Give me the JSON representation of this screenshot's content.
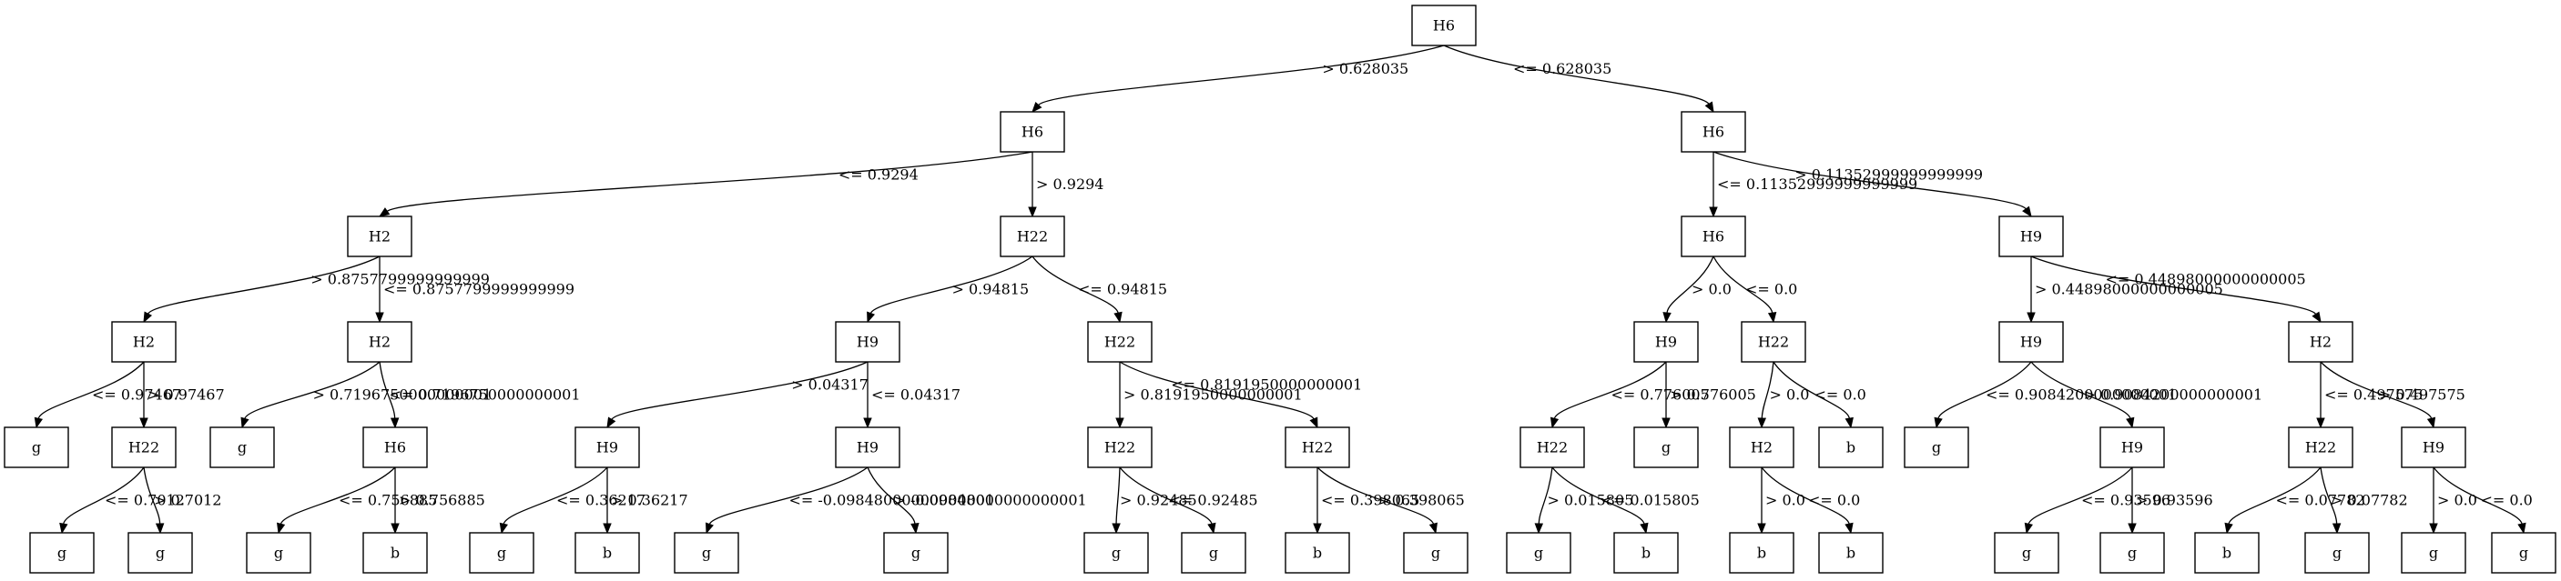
{
  "diagram": {
    "type": "decision-tree",
    "nodes": [
      {
        "id": "n0",
        "label": "H6"
      },
      {
        "id": "n1",
        "label": "H6"
      },
      {
        "id": "n2",
        "label": "H6"
      },
      {
        "id": "n3",
        "label": "H2"
      },
      {
        "id": "n4",
        "label": "H22"
      },
      {
        "id": "n5",
        "label": "H6"
      },
      {
        "id": "n6",
        "label": "H9"
      },
      {
        "id": "n7",
        "label": "H2"
      },
      {
        "id": "n8",
        "label": "H2"
      },
      {
        "id": "n9",
        "label": "H9"
      },
      {
        "id": "n10",
        "label": "H22"
      },
      {
        "id": "n11",
        "label": "H9"
      },
      {
        "id": "n12",
        "label": "H22"
      },
      {
        "id": "n13",
        "label": "H9"
      },
      {
        "id": "n14",
        "label": "H2"
      },
      {
        "id": "n15",
        "label": "g"
      },
      {
        "id": "n16",
        "label": "H22"
      },
      {
        "id": "n17",
        "label": "g"
      },
      {
        "id": "n18",
        "label": "H6"
      },
      {
        "id": "n19",
        "label": "H9"
      },
      {
        "id": "n20",
        "label": "H9"
      },
      {
        "id": "n21",
        "label": "H22"
      },
      {
        "id": "n22",
        "label": "H22"
      },
      {
        "id": "n23",
        "label": "H22"
      },
      {
        "id": "n24",
        "label": "g"
      },
      {
        "id": "n25",
        "label": "H2"
      },
      {
        "id": "n26",
        "label": "b"
      },
      {
        "id": "n27",
        "label": "g"
      },
      {
        "id": "n28",
        "label": "H9"
      },
      {
        "id": "n29",
        "label": "H22"
      },
      {
        "id": "n30",
        "label": "H9"
      },
      {
        "id": "n31",
        "label": "g"
      },
      {
        "id": "n32",
        "label": "g"
      },
      {
        "id": "n33",
        "label": "g"
      },
      {
        "id": "n34",
        "label": "b"
      },
      {
        "id": "n35",
        "label": "g"
      },
      {
        "id": "n36",
        "label": "b"
      },
      {
        "id": "n37",
        "label": "g"
      },
      {
        "id": "n38",
        "label": "g"
      },
      {
        "id": "n39",
        "label": "g"
      },
      {
        "id": "n40",
        "label": "g"
      },
      {
        "id": "n41",
        "label": "b"
      },
      {
        "id": "n42",
        "label": "g"
      },
      {
        "id": "n43",
        "label": "g"
      },
      {
        "id": "n44",
        "label": "b"
      },
      {
        "id": "n45",
        "label": "b"
      },
      {
        "id": "n46",
        "label": "b"
      },
      {
        "id": "n47",
        "label": "g"
      },
      {
        "id": "n48",
        "label": "g"
      },
      {
        "id": "n49",
        "label": "b"
      },
      {
        "id": "n50",
        "label": "g"
      },
      {
        "id": "n51",
        "label": "g"
      },
      {
        "id": "n52",
        "label": "g"
      }
    ],
    "edges": [
      {
        "from": "n0",
        "to": "n1",
        "label": "> 0.628035"
      },
      {
        "from": "n0",
        "to": "n2",
        "label": "<= 0.628035"
      },
      {
        "from": "n1",
        "to": "n3",
        "label": "<= 0.9294"
      },
      {
        "from": "n1",
        "to": "n4",
        "label": "> 0.9294"
      },
      {
        "from": "n2",
        "to": "n5",
        "label": "<= 0.11352999999999999"
      },
      {
        "from": "n2",
        "to": "n6",
        "label": "> 0.11352999999999999"
      },
      {
        "from": "n3",
        "to": "n7",
        "label": "> 0.8757799999999999"
      },
      {
        "from": "n3",
        "to": "n8",
        "label": "<= 0.8757799999999999"
      },
      {
        "from": "n4",
        "to": "n9",
        "label": "> 0.94815"
      },
      {
        "from": "n4",
        "to": "n10",
        "label": "<= 0.94815"
      },
      {
        "from": "n5",
        "to": "n11",
        "label": "> 0.0"
      },
      {
        "from": "n5",
        "to": "n12",
        "label": "<= 0.0"
      },
      {
        "from": "n6",
        "to": "n13",
        "label": "> 0.44898000000000005"
      },
      {
        "from": "n6",
        "to": "n14",
        "label": "<= 0.44898000000000005"
      },
      {
        "from": "n7",
        "to": "n15",
        "label": "<= 0.97467"
      },
      {
        "from": "n7",
        "to": "n16",
        "label": "> 0.97467"
      },
      {
        "from": "n8",
        "to": "n17",
        "label": "> 0.7196750000000001"
      },
      {
        "from": "n8",
        "to": "n18",
        "label": "<= 0.7196750000000001"
      },
      {
        "from": "n9",
        "to": "n19",
        "label": "> 0.04317"
      },
      {
        "from": "n9",
        "to": "n20",
        "label": "<= 0.04317"
      },
      {
        "from": "n10",
        "to": "n21",
        "label": "> 0.8191950000000001"
      },
      {
        "from": "n10",
        "to": "n22",
        "label": "<= 0.8191950000000001"
      },
      {
        "from": "n11",
        "to": "n23",
        "label": "<= 0.776005"
      },
      {
        "from": "n11",
        "to": "n24",
        "label": "> 0.776005"
      },
      {
        "from": "n12",
        "to": "n25",
        "label": "> 0.0"
      },
      {
        "from": "n12",
        "to": "n26",
        "label": "<= 0.0"
      },
      {
        "from": "n13",
        "to": "n27",
        "label": "<= 0.9084200000000001"
      },
      {
        "from": "n13",
        "to": "n28",
        "label": "> 0.9084200000000001"
      },
      {
        "from": "n14",
        "to": "n29",
        "label": "<= 0.497575"
      },
      {
        "from": "n14",
        "to": "n30",
        "label": "> 0.497575"
      },
      {
        "from": "n16",
        "to": "n31",
        "label": "<= 0.7012"
      },
      {
        "from": "n16",
        "to": "n32",
        "label": "> 0.7012"
      },
      {
        "from": "n18",
        "to": "n33",
        "label": "<= 0.756885"
      },
      {
        "from": "n18",
        "to": "n34",
        "label": "> 0.756885"
      },
      {
        "from": "n19",
        "to": "n35",
        "label": "<= 0.36217"
      },
      {
        "from": "n19",
        "to": "n36",
        "label": "> 0.36217"
      },
      {
        "from": "n20",
        "to": "n37",
        "label": "<= -0.09848000000000001"
      },
      {
        "from": "n20",
        "to": "n38",
        "label": "> -0.09848000000000001"
      },
      {
        "from": "n21",
        "to": "n39",
        "label": "> 0.92485"
      },
      {
        "from": "n21",
        "to": "n40",
        "label": "<= 0.92485"
      },
      {
        "from": "n22",
        "to": "n41",
        "label": "<= 0.398065"
      },
      {
        "from": "n22",
        "to": "n42",
        "label": "> 0.398065"
      },
      {
        "from": "n23",
        "to": "n43",
        "label": "> 0.015805"
      },
      {
        "from": "n23",
        "to": "n44",
        "label": "<= 0.015805"
      },
      {
        "from": "n25",
        "to": "n45",
        "label": "> 0.0"
      },
      {
        "from": "n25",
        "to": "n46",
        "label": "<= 0.0"
      },
      {
        "from": "n28",
        "to": "n47",
        "label": "<= 0.93596"
      },
      {
        "from": "n28",
        "to": "n48",
        "label": "> 0.93596"
      },
      {
        "from": "n29",
        "to": "n49",
        "label": "<= 0.07782"
      },
      {
        "from": "n29",
        "to": "n50",
        "label": "> 0.07782"
      },
      {
        "from": "n30",
        "to": "n51",
        "label": "> 0.0"
      },
      {
        "from": "n30",
        "to": "n52",
        "label": "<= 0.0"
      }
    ]
  }
}
